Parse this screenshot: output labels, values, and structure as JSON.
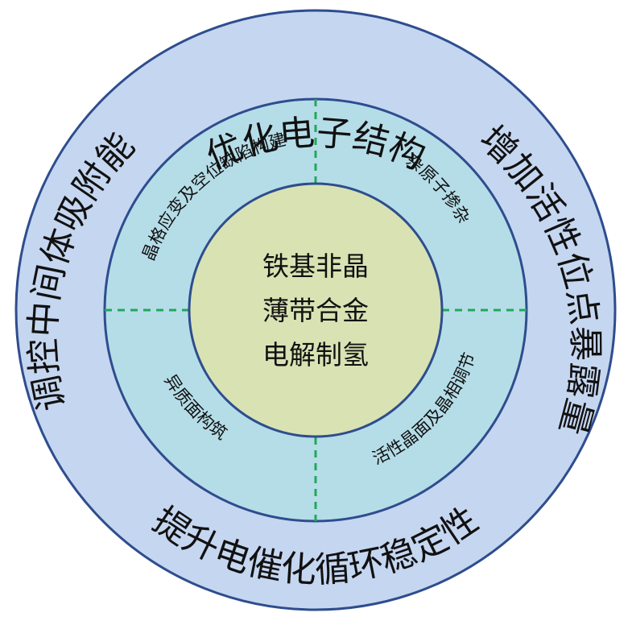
{
  "colors": {
    "outer_ring": "#c5d6f0",
    "middle_ring": "#b5dde8",
    "center": "#d9e2b3",
    "stroke": "#2e4d8e",
    "divider": "#22a85a"
  },
  "center": {
    "lines": [
      "铁基非晶",
      "薄带合金",
      "电解制氢"
    ]
  },
  "outer_ring": {
    "top": "优化电子结构",
    "right": "增加活性位点暴露量",
    "bottom": "提升电催化循环稳定性",
    "left": "调控中间体吸附能"
  },
  "middle_ring": {
    "top_left": "晶格应变及空位缺陷构建",
    "top_right": "杂原子掺杂",
    "bottom_right": "活性晶面及晶相调节",
    "bottom_left": "异质面构筑"
  }
}
